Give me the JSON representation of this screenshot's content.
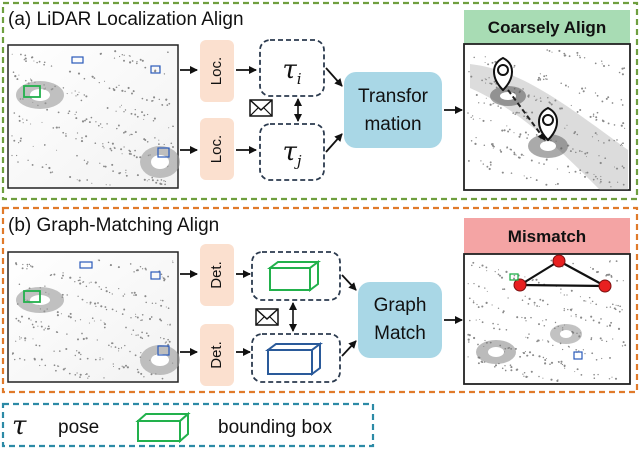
{
  "section_a": {
    "title": "(a) LiDAR Localization Align",
    "loc_label_1": "Loc.",
    "loc_label_2": "Loc.",
    "pose_1_symbol": "τ",
    "pose_1_sub": "i",
    "pose_2_symbol": "τ",
    "pose_2_sub": "j",
    "transform_line_1": "Transfor",
    "transform_line_2": "mation",
    "result_label": "Coarsely Align",
    "result_color": "#a8dcb4"
  },
  "section_b": {
    "title": "(b) Graph-Matching Align",
    "det_label_1": "Det.",
    "det_label_2": "Det.",
    "match_line_1": "Graph",
    "match_line_2": "Match",
    "result_label": "Mismatch",
    "result_color": "#f4a4a4"
  },
  "legend": {
    "pose_symbol": "τ",
    "pose_label": "pose",
    "bbox_label": "bounding box"
  },
  "colors": {
    "section_a_border": "#6f9f3f",
    "section_b_border": "#e07a2a",
    "legend_border": "#2c8aa6",
    "loc_box": "#fbe0cf",
    "transform_box": "#a9d7e6",
    "box_green": "#22b14c",
    "box_blue": "#2a5a9a",
    "node_red": "#e82020"
  },
  "icons": [
    "envelope-icon",
    "location-pin-icon",
    "bounding-box-icon",
    "double-arrow-icon"
  ]
}
